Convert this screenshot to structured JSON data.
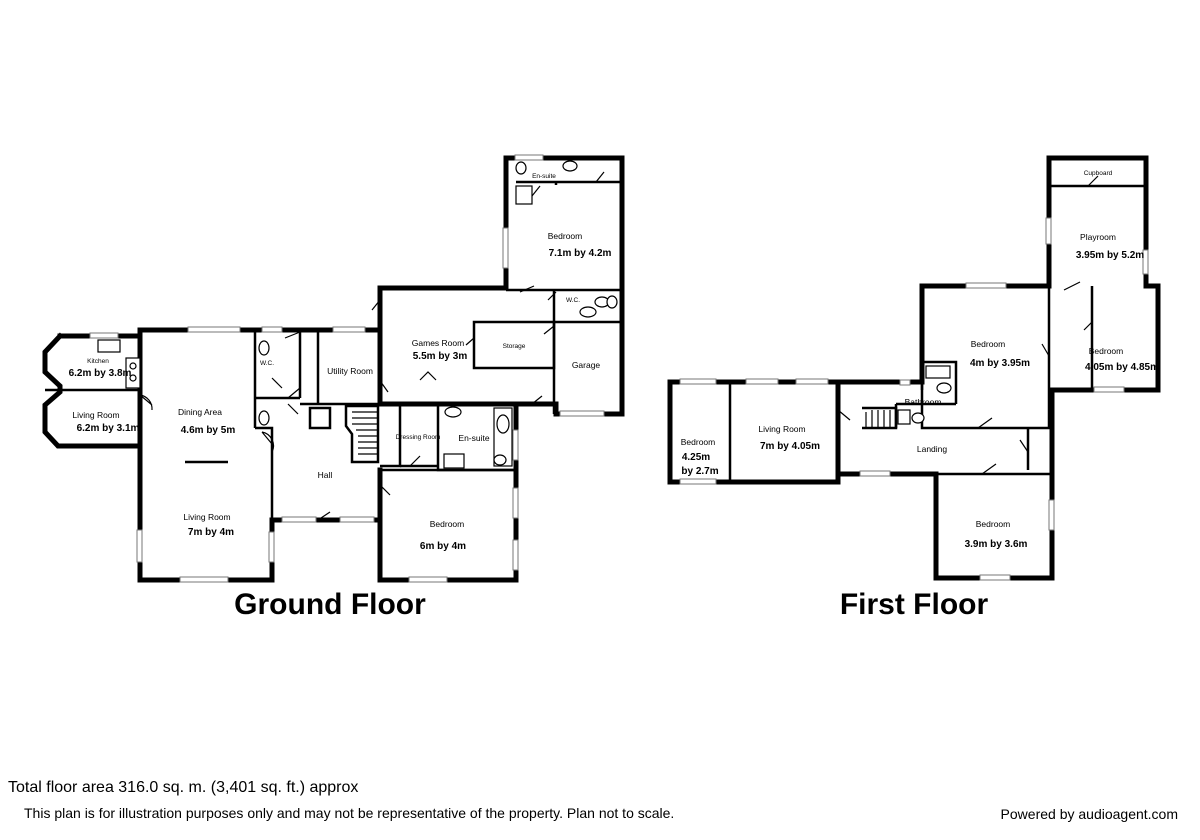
{
  "ground_floor": {
    "title": "Ground Floor",
    "rooms": {
      "kitchen": {
        "name": "Kitchen",
        "dims": "6.2m by 3.8m"
      },
      "living_left": {
        "name": "Living Room",
        "dims": "6.2m by 3.1m"
      },
      "dining": {
        "name": "Dining Area",
        "dims": "4.6m by 5m"
      },
      "living_main": {
        "name": "Living Room",
        "dims": "7m by 4m"
      },
      "wc_left": {
        "name": "W.C."
      },
      "utility": {
        "name": "Utility Room"
      },
      "hall": {
        "name": "Hall"
      },
      "games": {
        "name": "Games Room",
        "dims": "5.5m by 3m"
      },
      "storage": {
        "name": "Storage"
      },
      "garage": {
        "name": "Garage"
      },
      "wc_right": {
        "name": "W.C."
      },
      "ensuite_top": {
        "name": "En-suite"
      },
      "bedroom_top": {
        "name": "Bedroom",
        "dims": "7.1m by 4.2m"
      },
      "dressing": {
        "name": "Dressing Room"
      },
      "ensuite_bottom": {
        "name": "En-suite"
      },
      "bedroom_bottom": {
        "name": "Bedroom",
        "dims": "6m by 4m"
      }
    }
  },
  "first_floor": {
    "title": "First Floor",
    "rooms": {
      "cupboard": {
        "name": "Cupboard"
      },
      "playroom": {
        "name": "Playroom",
        "dims": "3.95m by 5.2m"
      },
      "bedroom_mid": {
        "name": "Bedroom",
        "dims": "4m by 3.95m"
      },
      "bedroom_right": {
        "name": "Bedroom",
        "dims": "4.05m by 4.85m"
      },
      "bathroom": {
        "name": "Bathroom"
      },
      "landing": {
        "name": "Landing"
      },
      "bedroom_left": {
        "name": "Bedroom",
        "dims_line1": "4.25m",
        "dims_line2": "by 2.7m"
      },
      "living": {
        "name": "Living Room",
        "dims": "7m by 4.05m"
      },
      "bedroom_bottom": {
        "name": "Bedroom",
        "dims": "3.9m by 3.6m"
      }
    }
  },
  "footer": {
    "total_area": "Total floor area 316.0 sq. m. (3,401 sq. ft.) approx",
    "disclaimer": "This plan is for illustration purposes only and may not be representative of the property. Plan not to scale.",
    "powered_by": "Powered by audioagent.com"
  }
}
